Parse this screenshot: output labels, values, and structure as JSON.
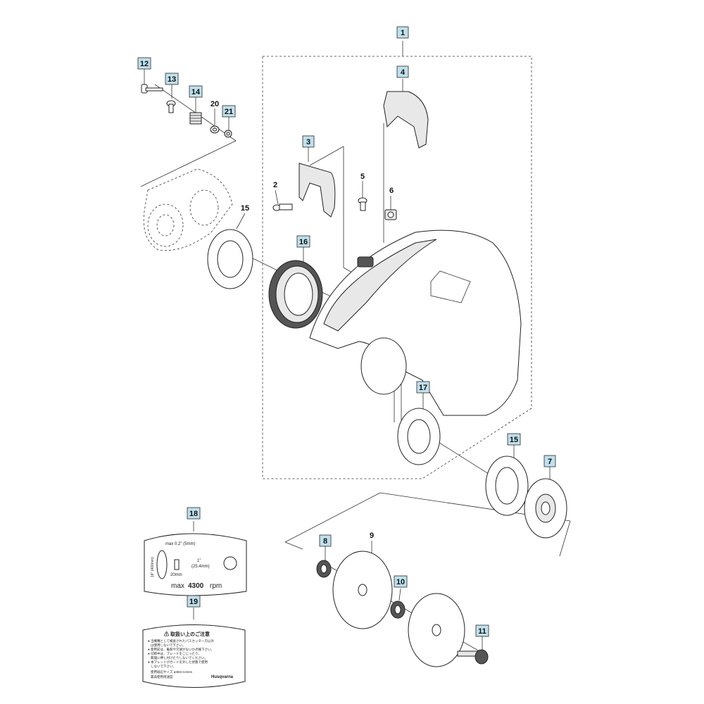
{
  "callouts": {
    "c1": "1",
    "c2": "2",
    "c3": "3",
    "c4": "4",
    "c5": "5",
    "c6": "6",
    "c7": "7",
    "c8": "8",
    "c9": "9",
    "c10": "10",
    "c11": "11",
    "c12": "12",
    "c13": "13",
    "c14": "14",
    "c15a": "15",
    "c15b": "15",
    "c16": "16",
    "c17": "17",
    "c18": "18",
    "c19": "19",
    "c20": "20",
    "c21": "21"
  },
  "decal18": {
    "max_dim": "max 0.2\" (5mm)",
    "dia": "16\" (400mm)",
    "thickness": "20mm",
    "bore": "1\"",
    "bore_mm": "(25.4mm)",
    "rpm_max": "max",
    "rpm_value": "4300",
    "rpm_unit": "rpm"
  },
  "decal19": {
    "title": "⚠ 取扱い上のご注意",
    "line1": "● 当機種として検査されたパスカッター刃以外",
    "line2": "は使用しないで下さい。",
    "line3": "● 使用前は、亀裂や欠損がないか点検下さい。",
    "line4": "● 切断中は、ブレードをこじったり、",
    "line5": "無理に押し付けたりしないでください。",
    "line6": "● 本プレートがガードを外した状態で使用",
    "line7": "しないで下さい。",
    "line8": "使用砥石サイズ ø356×4.6mm",
    "line9": "最高使用周速度",
    "brand": "Husqvarna"
  }
}
